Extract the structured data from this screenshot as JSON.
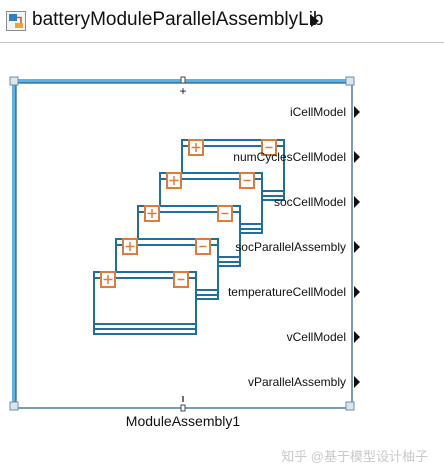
{
  "breadcrumb": {
    "model_icon": "simulink-model-icon",
    "path": "batteryModuleParallelAssemblyLib",
    "arrow_icon": "triangle-right-icon"
  },
  "block": {
    "name": "ModuleAssembly1",
    "ports": [
      "iCellModel",
      "numCyclesCellModel",
      "socCellModel",
      "socParallelAssembly",
      "temperatureCellModel",
      "vCellModel",
      "vParallelAssembly"
    ],
    "icon": "stacked-parallel-assemblies-icon",
    "colors": {
      "selection_border": "#5fb0e3",
      "block_border": "#1a5e8c",
      "assembly_stroke": "#1f6f9f",
      "terminal_stroke": "#e07b39"
    }
  },
  "watermark": "知乎 @基于模型设计柚子"
}
